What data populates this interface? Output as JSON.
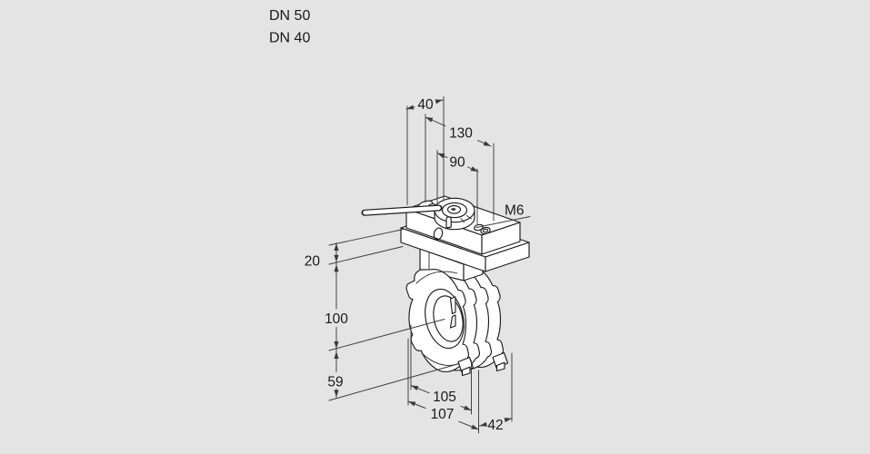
{
  "labels": {
    "dn_top": "DN 50",
    "dn_bottom": "DN 40"
  },
  "dimensions": {
    "top_offset": "40",
    "top_overall": "130",
    "top_partial": "90",
    "thread_size": "M6",
    "plate_height": "20",
    "center_height": "100",
    "bottom_height": "59",
    "width_inner": "105",
    "width_outer": "107",
    "body_depth": "42"
  },
  "colors": {
    "background": "#e4e4e4",
    "part_line": "#1c1c1c",
    "dimension_line": "#3b3b3b",
    "text": "#1a1a1a"
  }
}
